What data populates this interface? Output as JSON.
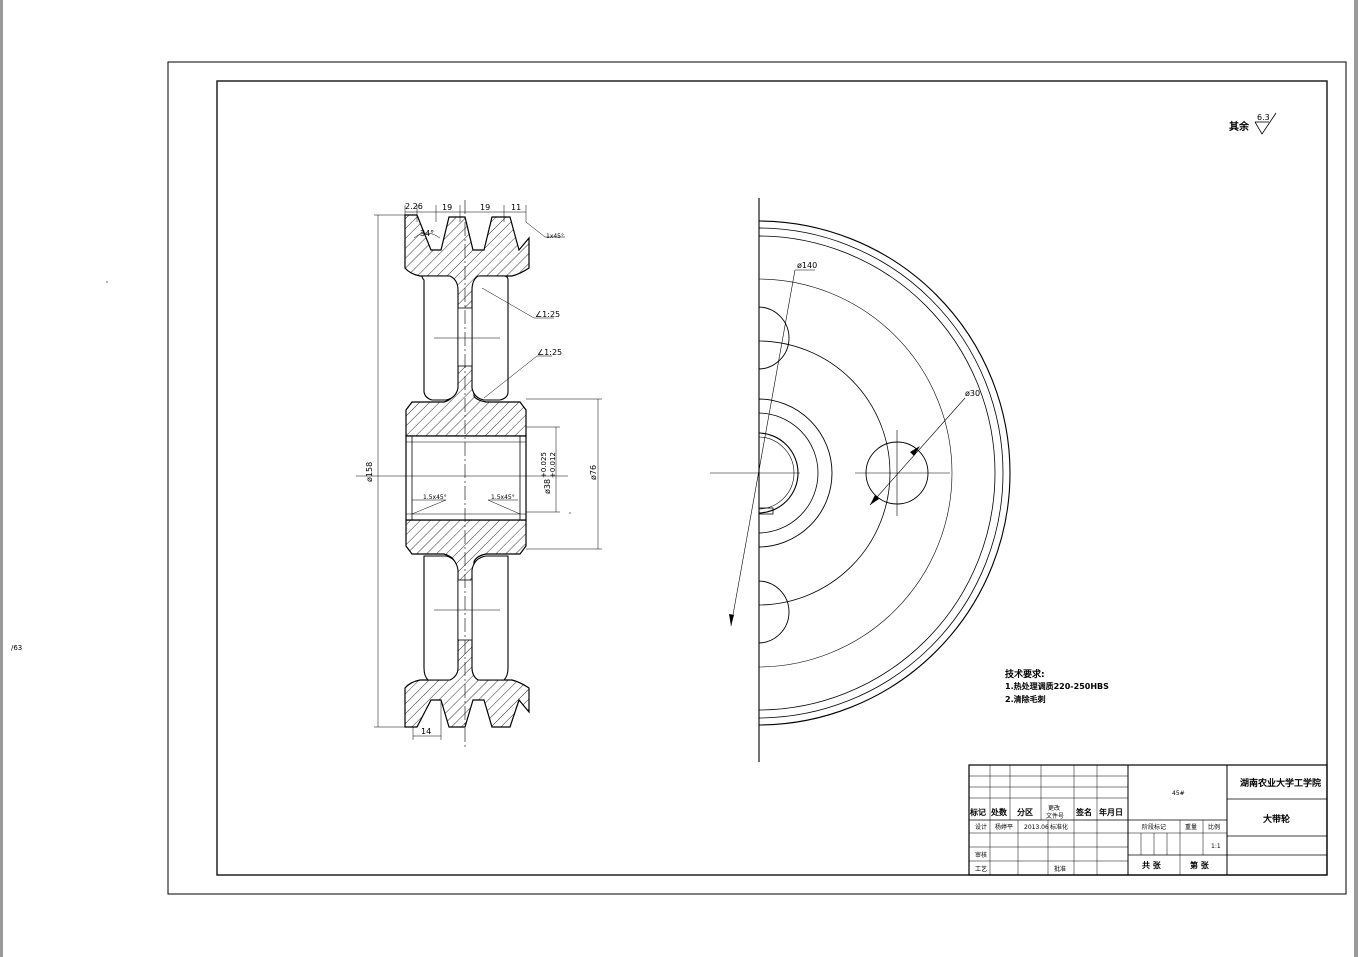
{
  "roughness": {
    "label": "其余",
    "value": "6.3"
  },
  "section_dims": {
    "top_offset": "2.26",
    "groove_pitch_1": "19",
    "groove_pitch_2": "19",
    "edge_width": "11",
    "groove_angle": "34°",
    "chamfer_top": "1x45°",
    "slope_1": "∠1:25",
    "slope_2": "∠1:25",
    "outer_dia": "ø158",
    "bore_dia": "ø38",
    "bore_tol_upper": "+0.025",
    "bore_tol_lower": "+0.012",
    "hub_dia": "ø76",
    "chamfer_left": "1.5x45°",
    "chamfer_right": "1.5x45°",
    "bottom_width": "14"
  },
  "face_dims": {
    "pcd": "ø140",
    "hole_dia": "ø30"
  },
  "tech_req": {
    "title": "技术要求:",
    "line1": "1.热处理调质220-250HBS",
    "line2": "2.清除毛刺"
  },
  "title_block": {
    "school": "湖南农业大学工学院",
    "part_name": "大带轮",
    "material": "45#",
    "hdr_mark": "标记",
    "hdr_count": "处数",
    "hdr_zone": "分区",
    "hdr_docno_1": "更改",
    "hdr_docno_2": "文件号",
    "hdr_sign": "签名",
    "hdr_date": "年月日",
    "design_label": "设计",
    "designer": "杨婷平",
    "design_date": "2013.06",
    "standard_label": "标准化",
    "review_label": "审核",
    "process_label": "工艺",
    "approve_label": "批准",
    "stage_label": "阶段标记",
    "weight_label": "重量",
    "scale_label": "比例",
    "scale_value": "1:1",
    "sheets_total": "共    张",
    "sheet_no": "第    张"
  },
  "margin_mark": "/63"
}
